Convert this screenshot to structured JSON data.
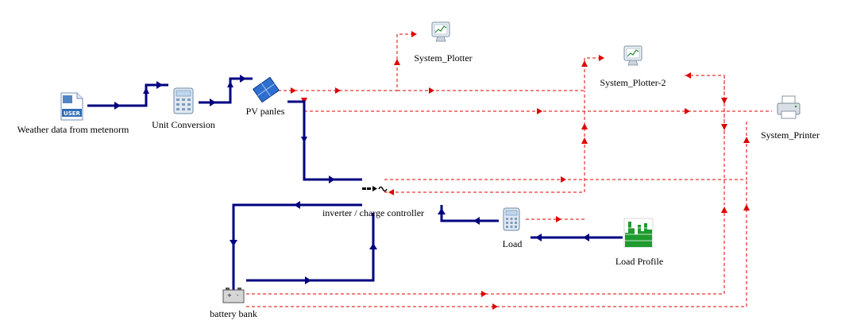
{
  "components": {
    "weather": {
      "label": "Weather data from metenorm",
      "icon": "user-file-icon",
      "icon_text": "USER"
    },
    "unit_conversion": {
      "label": "Unit Conversion",
      "icon": "calculator-icon"
    },
    "pv": {
      "label": "PV panles",
      "icon": "solar-panel-icon"
    },
    "plotter1": {
      "label": "System_Plotter",
      "icon": "monitor-plot-icon"
    },
    "plotter2": {
      "label": "System_Plotter-2",
      "icon": "monitor-plot-icon"
    },
    "printer": {
      "label": "System_Printer",
      "icon": "printer-icon"
    },
    "inverter": {
      "label": "inverter / charge controller",
      "icon": "inverter-icon"
    },
    "load": {
      "label": "Load",
      "icon": "calculator-icon"
    },
    "load_profile": {
      "label": "Load Profile",
      "icon": "bar-chart-icon"
    },
    "battery": {
      "label": "battery bank",
      "icon": "battery-icon"
    }
  },
  "colors": {
    "energy_flow": "#000080",
    "signal_link": "#e00000",
    "chart_green": "#1f9a2e"
  }
}
